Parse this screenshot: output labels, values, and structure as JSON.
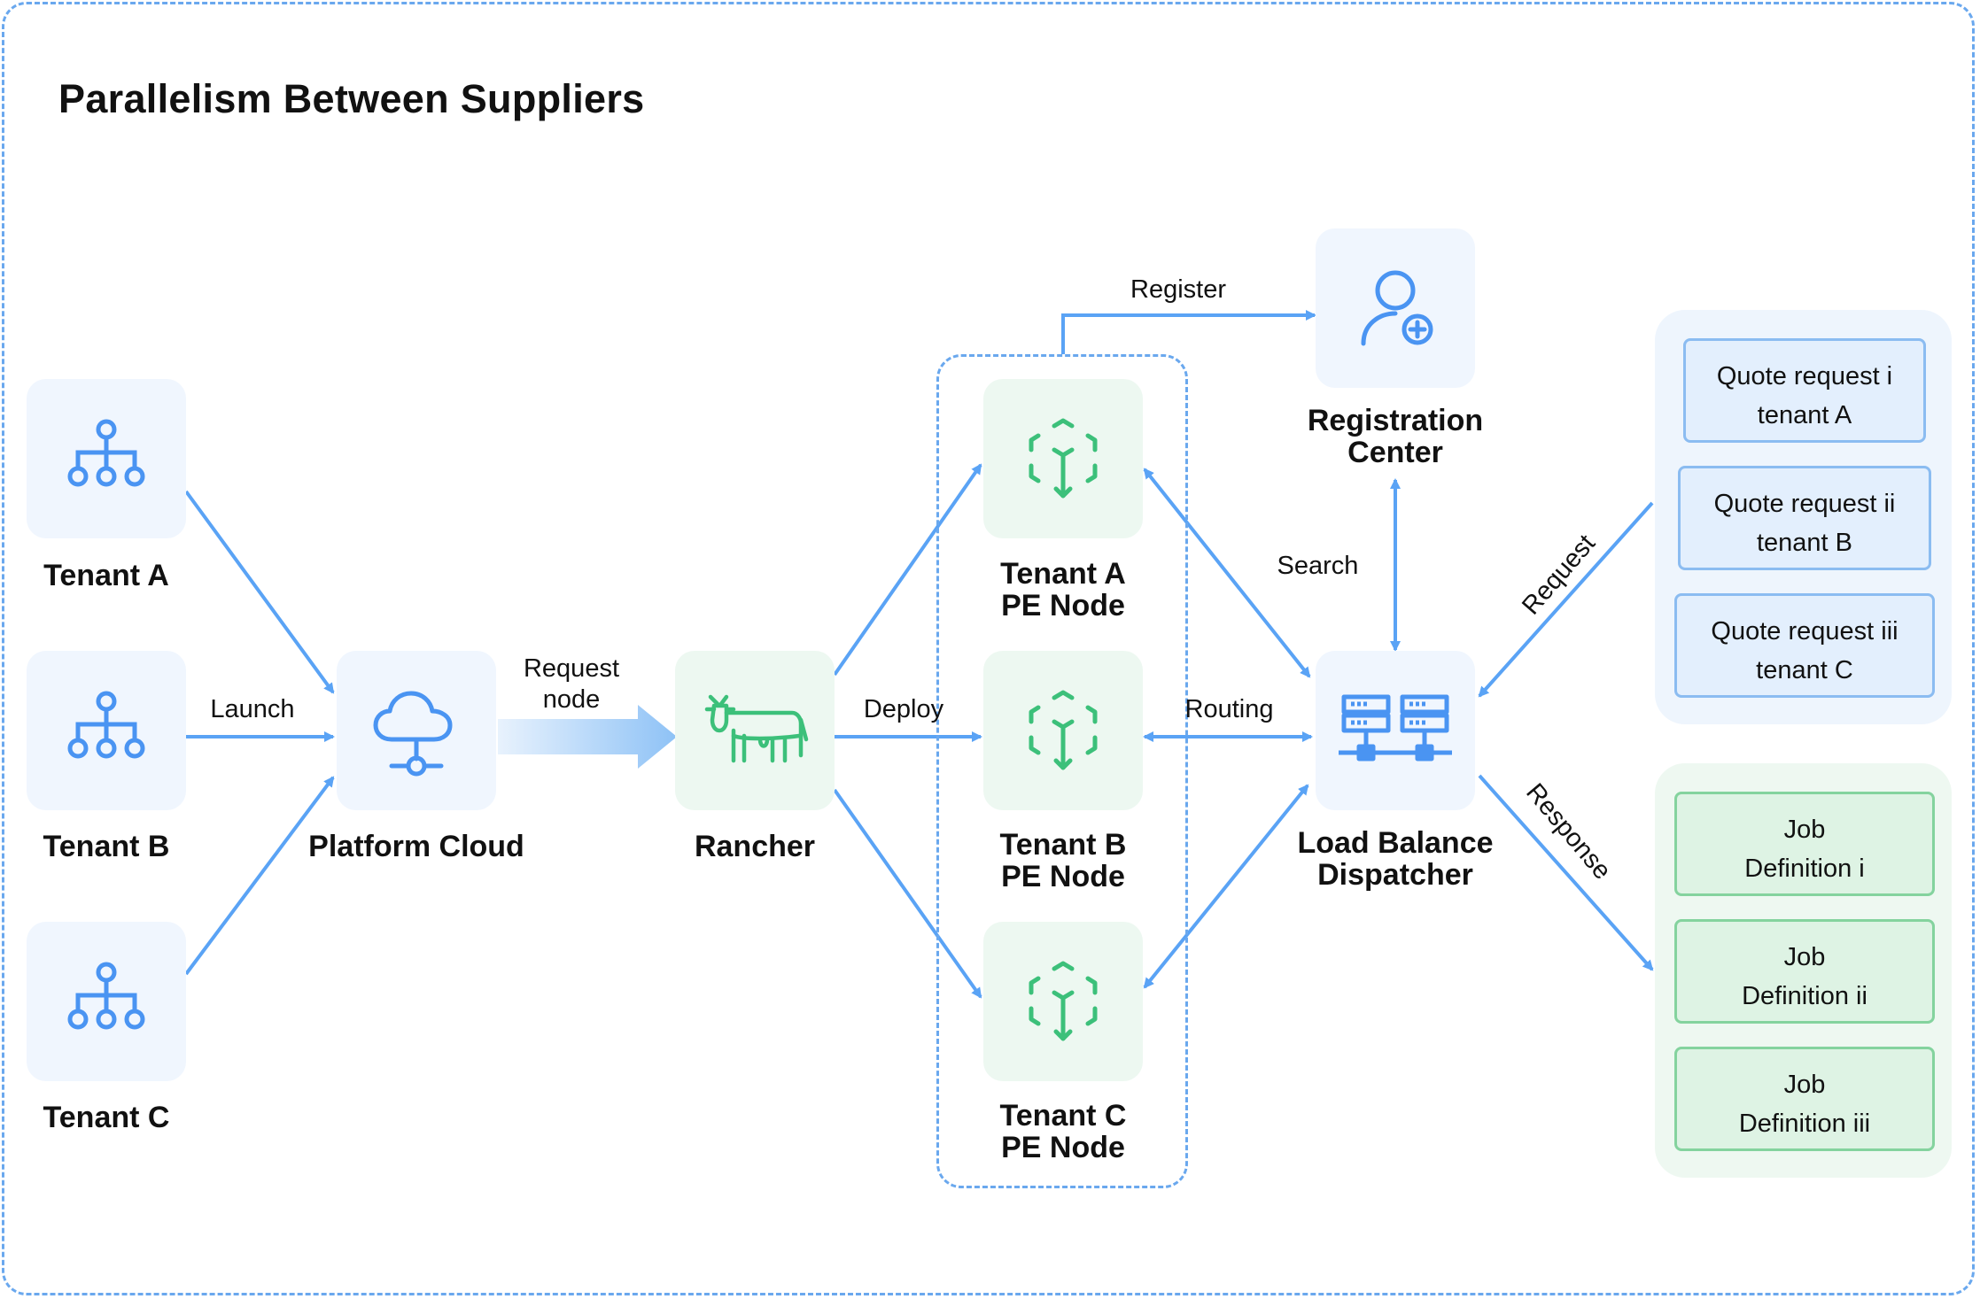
{
  "title": "Parallelism Between Suppliers",
  "colors": {
    "accent_blue": "#5aa3f5",
    "accent_green": "#3cc07a",
    "tile_blue": "#f0f6fe",
    "tile_green": "#edf8f1"
  },
  "tenants": [
    {
      "label": "Tenant A",
      "icon": "hierarchy-icon"
    },
    {
      "label": "Tenant B",
      "icon": "hierarchy-icon"
    },
    {
      "label": "Tenant C",
      "icon": "hierarchy-icon"
    }
  ],
  "platform_cloud": {
    "label": "Platform Cloud",
    "icon": "cloud-network-icon"
  },
  "rancher": {
    "label": "Rancher",
    "icon": "cow-icon"
  },
  "pe_nodes": [
    {
      "line1": "Tenant A",
      "line2": "PE Node",
      "icon": "cube-icon"
    },
    {
      "line1": "Tenant B",
      "line2": "PE Node",
      "icon": "cube-icon"
    },
    {
      "line1": "Tenant C",
      "line2": "PE Node",
      "icon": "cube-icon"
    }
  ],
  "registration_center": {
    "line1": "Registration",
    "line2": "Center",
    "icon": "user-add-icon"
  },
  "load_balancer": {
    "line1": "Load Balance",
    "line2": "Dispatcher",
    "icon": "server-rack-icon"
  },
  "edges": {
    "launch": "Launch",
    "request_node_1": "Request",
    "request_node_2": "node",
    "deploy": "Deploy",
    "routing": "Routing",
    "register": "Register",
    "search": "Search",
    "request": "Request",
    "response": "Response"
  },
  "quote_requests": [
    {
      "line1": "Quote request i",
      "line2": "tenant A"
    },
    {
      "line1": "Quote request ii",
      "line2": "tenant B"
    },
    {
      "line1": "Quote request iii",
      "line2": "tenant C"
    }
  ],
  "job_definitions": [
    {
      "line1": "Job",
      "line2": "Definition i"
    },
    {
      "line1": "Job",
      "line2": "Definition ii"
    },
    {
      "line1": "Job",
      "line2": "Definition iii"
    }
  ]
}
